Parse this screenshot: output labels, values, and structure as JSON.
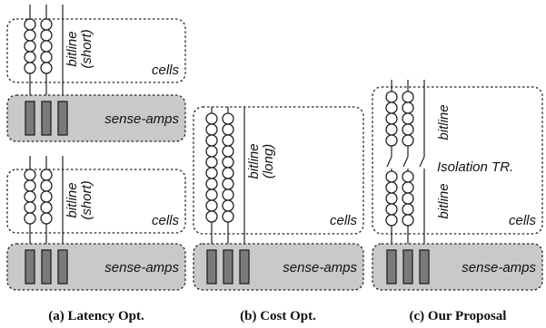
{
  "labels": {
    "cells": "cells",
    "sense_amps": "sense-amps",
    "bitline": "bitline",
    "short": "(short)",
    "long": "(long)",
    "isolation": "Isolation TR."
  },
  "captions": {
    "a": "(a) Latency Opt.",
    "b": "(b) Cost Opt.",
    "c": "(c) Our Proposal"
  },
  "colors": {
    "sense_amp_fill": "#7a7a7a",
    "sense_amp_region": "#c9c9c9"
  }
}
